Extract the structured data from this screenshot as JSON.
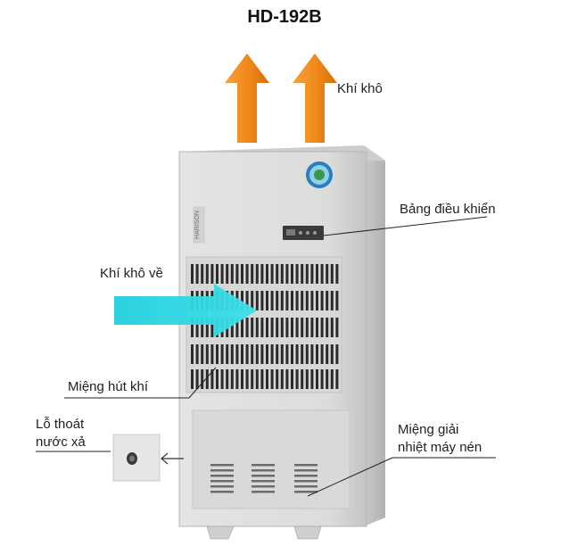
{
  "title": "HD-192B",
  "labels": {
    "dry_air_out": "Khí khô",
    "control_panel": "Bảng điều khiển",
    "dry_air_return": "Khí khô về",
    "air_intake": "Miệng hút khí",
    "drain_hole_line1": "Lỗ thoát",
    "drain_hole_line2": "nước xả",
    "compressor_vent_line1": "Miệng giải",
    "compressor_vent_line2": "nhiệt máy nén"
  },
  "brand": "HARISON",
  "colors": {
    "cabinet": "#dcdcdb",
    "cabinet_edge": "#b9b9b7",
    "grille_slot": "#2b2b2b",
    "arrow_up": "#f08a1c",
    "arrow_side": "#27d3de"
  }
}
